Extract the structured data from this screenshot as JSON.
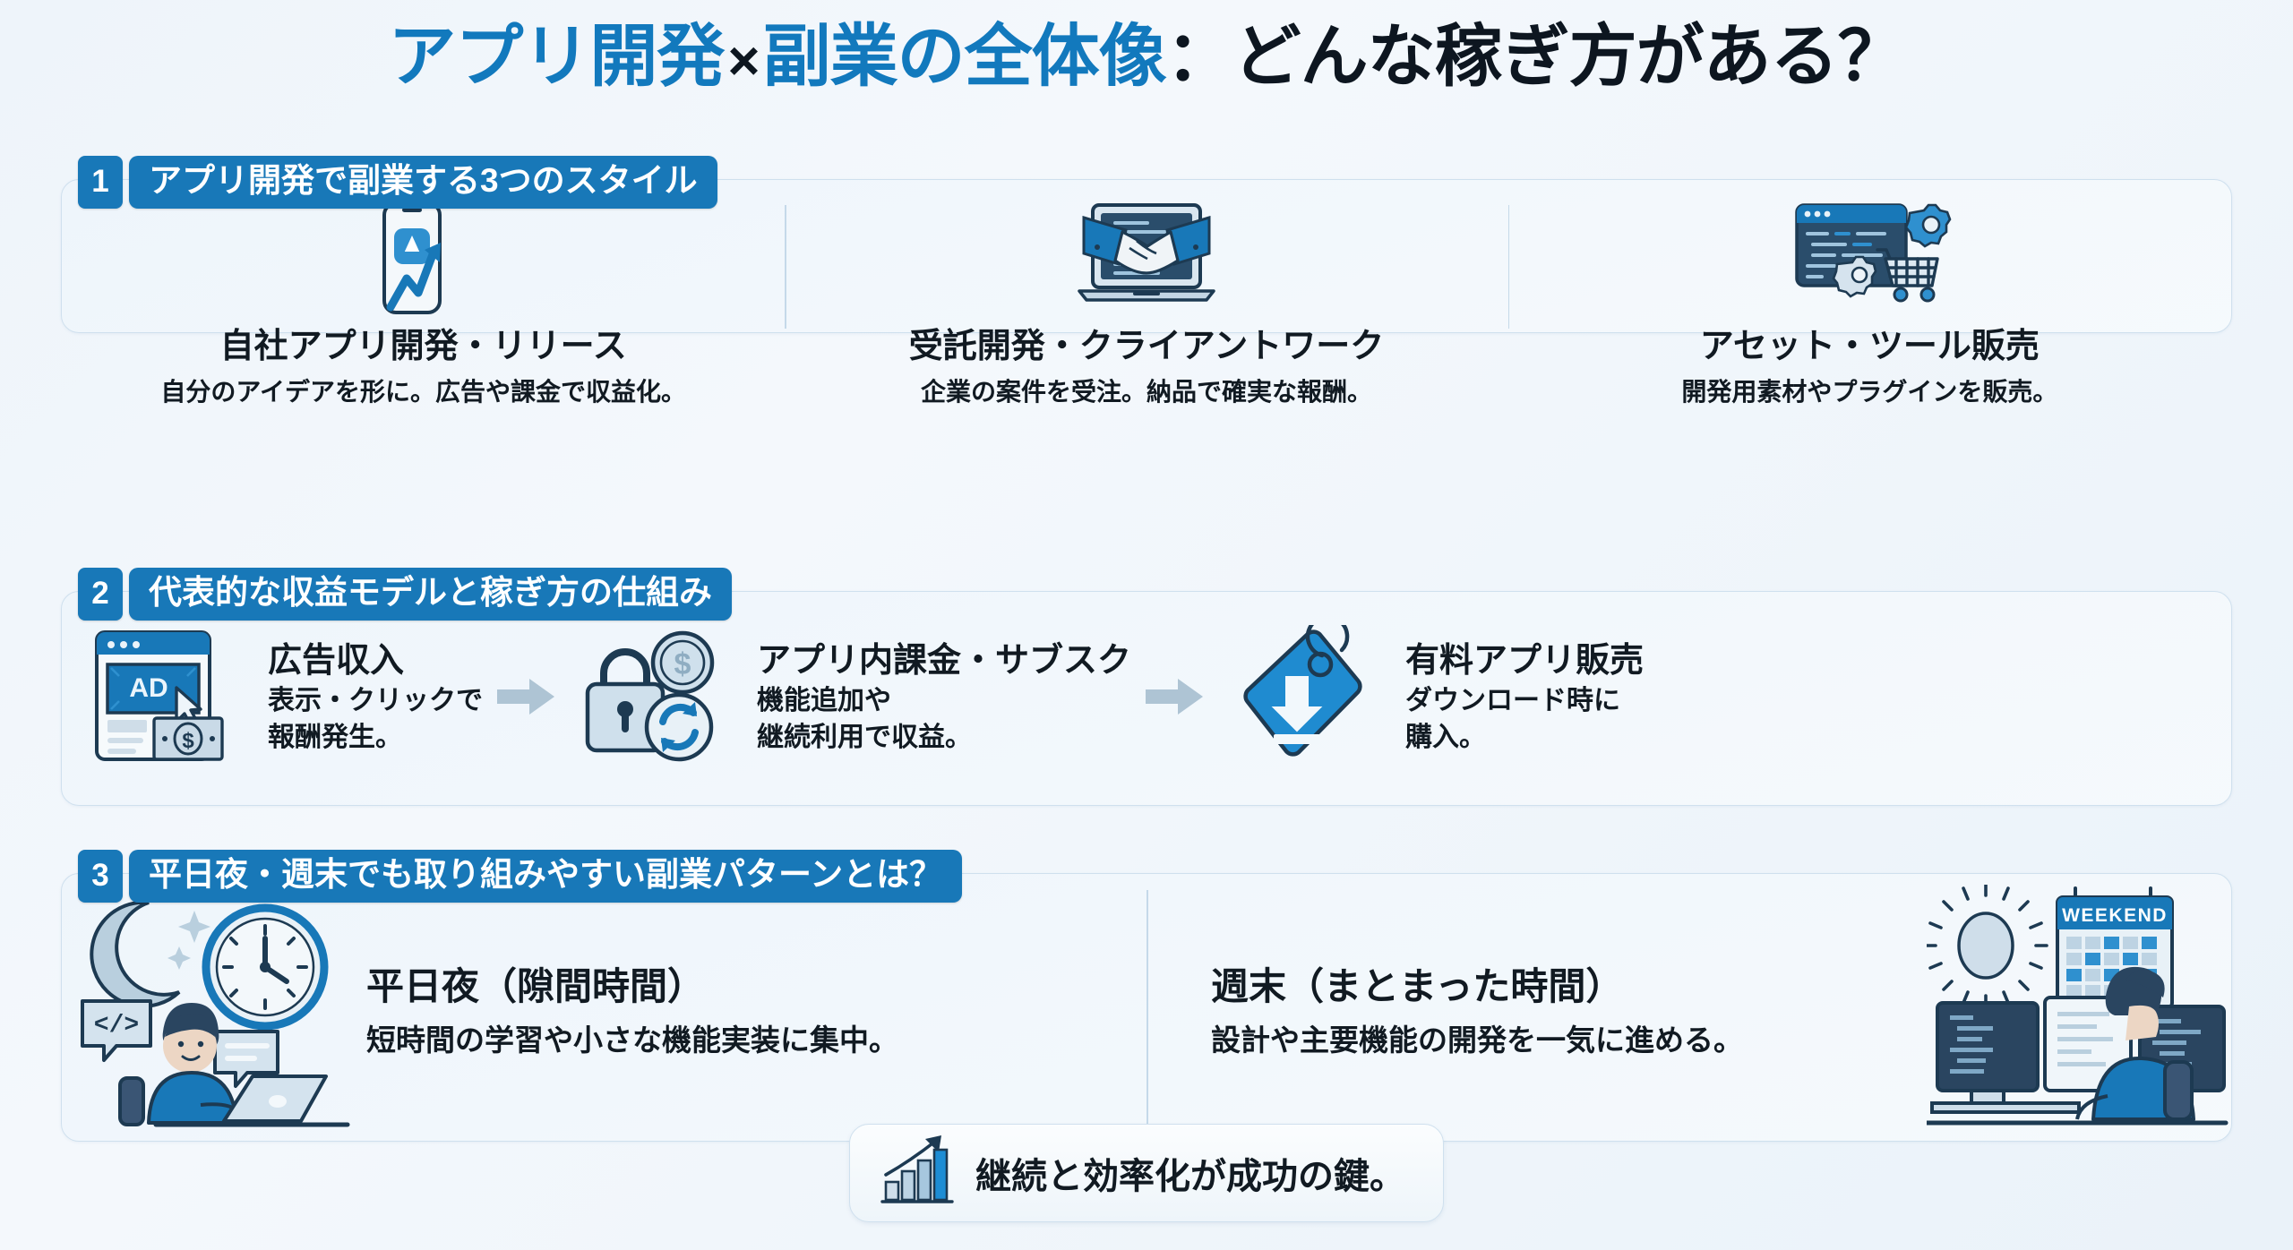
{
  "title": {
    "highlight": "アプリ開発",
    "times": "×",
    "highlight2": "副業の全体像",
    "rest": "：どんな稼ぎ方がある？"
  },
  "colors": {
    "accent": "#1878b8",
    "accent_light": "#2f90cf",
    "title_blue": "#1279bd",
    "ink": "#0d1620",
    "arrow_gray": "#aec4d4",
    "panel_border": "#cfe0ee",
    "page_bg": "#eef4fa"
  },
  "sections": [
    {
      "number": "1",
      "title": "アプリ開発で副業する3つのスタイル",
      "cards": [
        {
          "icon": "phone-appstore-growth-icon",
          "title": "自社アプリ開発・リリース",
          "desc": "自分のアイデアを形に。広告や課金で収益化。"
        },
        {
          "icon": "laptop-handshake-icon",
          "title": "受託開発・クライアントワーク",
          "desc": "企業の案件を受注。納品で確実な報酬。"
        },
        {
          "icon": "code-window-gears-cart-icon",
          "title": "アセット・ツール販売",
          "desc": "開発用素材やプラグインを販売。"
        }
      ]
    },
    {
      "number": "2",
      "title": "代表的な収益モデルと稼ぎ方の仕組み",
      "items": [
        {
          "icon": "ad-browser-money-icon",
          "badge": "AD",
          "title": "広告収入",
          "desc_lines": [
            "表示・クリックで",
            "報酬発生。"
          ]
        },
        {
          "icon": "lock-coin-subscription-icon",
          "title": "アプリ内課金・サブスク",
          "desc_lines": [
            "機能追加や",
            "継続利用で収益。"
          ]
        },
        {
          "icon": "price-tag-download-icon",
          "title": "有料アプリ販売",
          "desc_lines": [
            "ダウンロード時に",
            "購入。"
          ]
        }
      ],
      "separator": "arrow-right-icon"
    },
    {
      "number": "3",
      "title": "平日夜・週末でも取り組みやすい副業パターンとは？",
      "panels": [
        {
          "icon": "moon-clock-developer-icon",
          "title": "平日夜（隙間時間）",
          "desc": "短時間の学習や小さな機能実装に集中。"
        },
        {
          "icon": "sun-weekend-calendar-developer-icon",
          "title": "週末（まとまった時間）",
          "desc": "設計や主要機能の開発を一気に進める。",
          "calendar_label": "WEEKEND"
        }
      ]
    }
  ],
  "footer": {
    "icon": "growth-bar-chart-icon",
    "text": "継続と効率化が成功の鍵。"
  }
}
